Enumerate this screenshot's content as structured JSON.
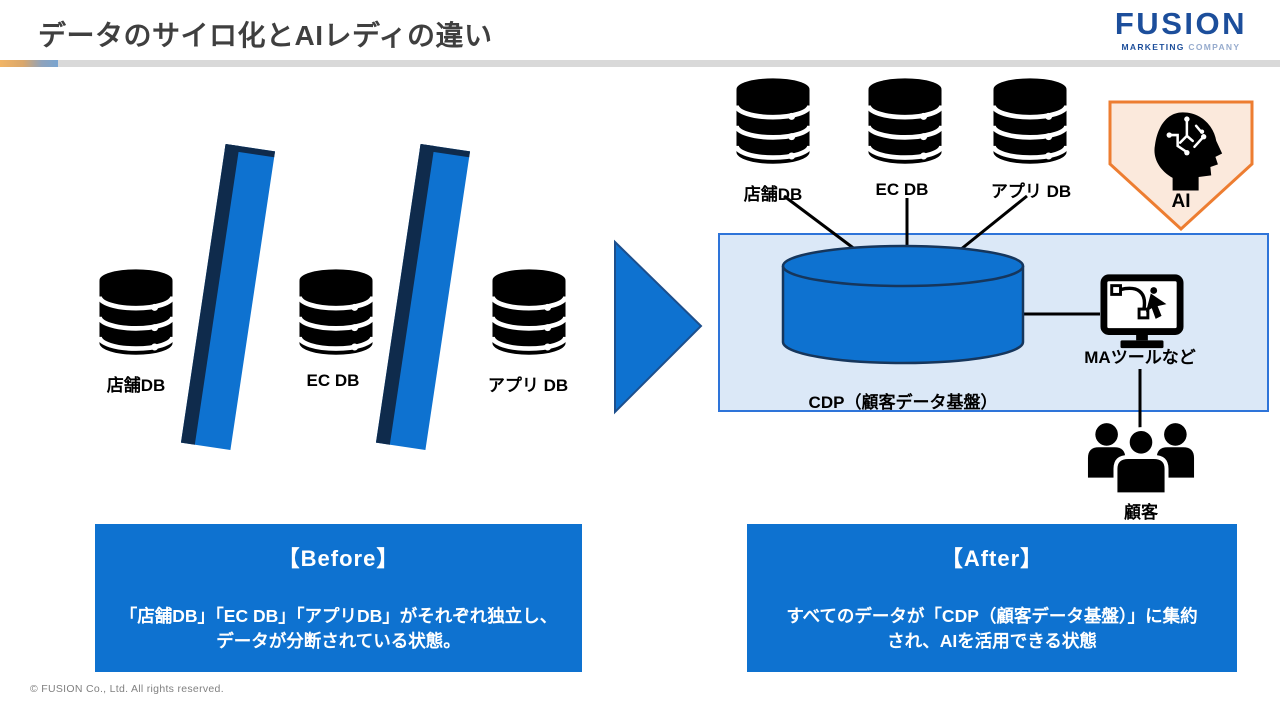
{
  "header": {
    "title": "データのサイロ化とAIレディの違い",
    "logo": {
      "brand": "FUSION",
      "tagline_bold": "MARKETING",
      "tagline_light": "COMPANY"
    }
  },
  "before": {
    "databases": [
      "店舗DB",
      "EC DB",
      "アプリ DB"
    ],
    "summary": {
      "title": "【Before】",
      "line1": "「店舗DB」「EC DB」「アプリDB」がそれぞれ独立し、",
      "line2": "データが分断されている状態。"
    }
  },
  "after": {
    "databases": [
      "店舗DB",
      "EC DB",
      "アプリ DB"
    ],
    "cdp_label": "CDP（顧客データ基盤）",
    "ai_label": "AI",
    "ma_tool_label": "MAツールなど",
    "customers_label": "顧客",
    "summary": {
      "title": "【After】",
      "line1": "すべてのデータが「CDP（顧客データ基盤）」に集約",
      "line2": "され、AIを活用できる状態"
    }
  },
  "footer": {
    "copyright": "© FUSION Co., Ltd. All rights reserved."
  },
  "icons": {
    "database": "database-cylinder-icon",
    "ai": "ai-head-circuit-icon",
    "ma_tool": "monitor-bezier-icon",
    "customers": "people-group-icon",
    "arrow": "right-arrow-icon"
  },
  "colors": {
    "primary_blue": "#0E72D0",
    "dark_navy_edge": "#0F2B4C",
    "panel_fill": "#DBE8F7",
    "panel_border": "#2E74D9",
    "ai_badge_fill": "#FBE9DC",
    "ai_badge_border": "#ED7D31",
    "logo_blue": "#1C4E9B",
    "logo_light_blue": "#96ABCD",
    "title_text": "#3F3F3F",
    "underline_gray": "#D9D9D9",
    "footer_text": "#808080"
  }
}
